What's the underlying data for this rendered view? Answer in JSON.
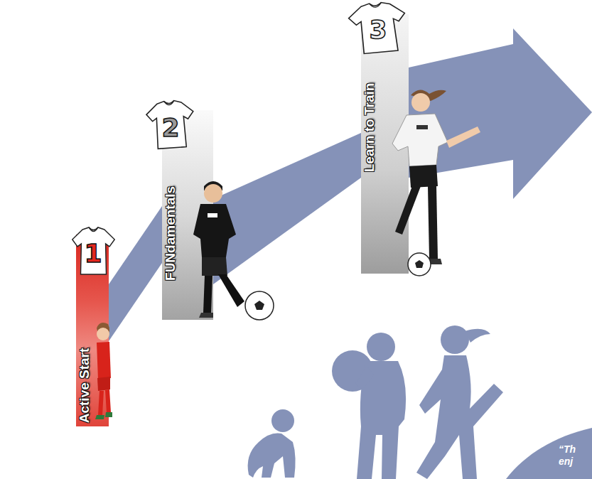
{
  "diagram": {
    "nodes": [
      {
        "text": [
          "1",
          "Active Start"
        ]
      },
      {
        "text": [
          "2",
          "FUNdamentals"
        ]
      },
      {
        "text": [
          "3",
          "Learn to Train"
        ]
      }
    ],
    "edges": [
      {
        "from": 0,
        "to": 1,
        "arrow": "none"
      },
      {
        "from": 1,
        "to": 2,
        "arrow": "none"
      }
    ],
    "labels": [
      "“Th enj"
    ]
  }
}
